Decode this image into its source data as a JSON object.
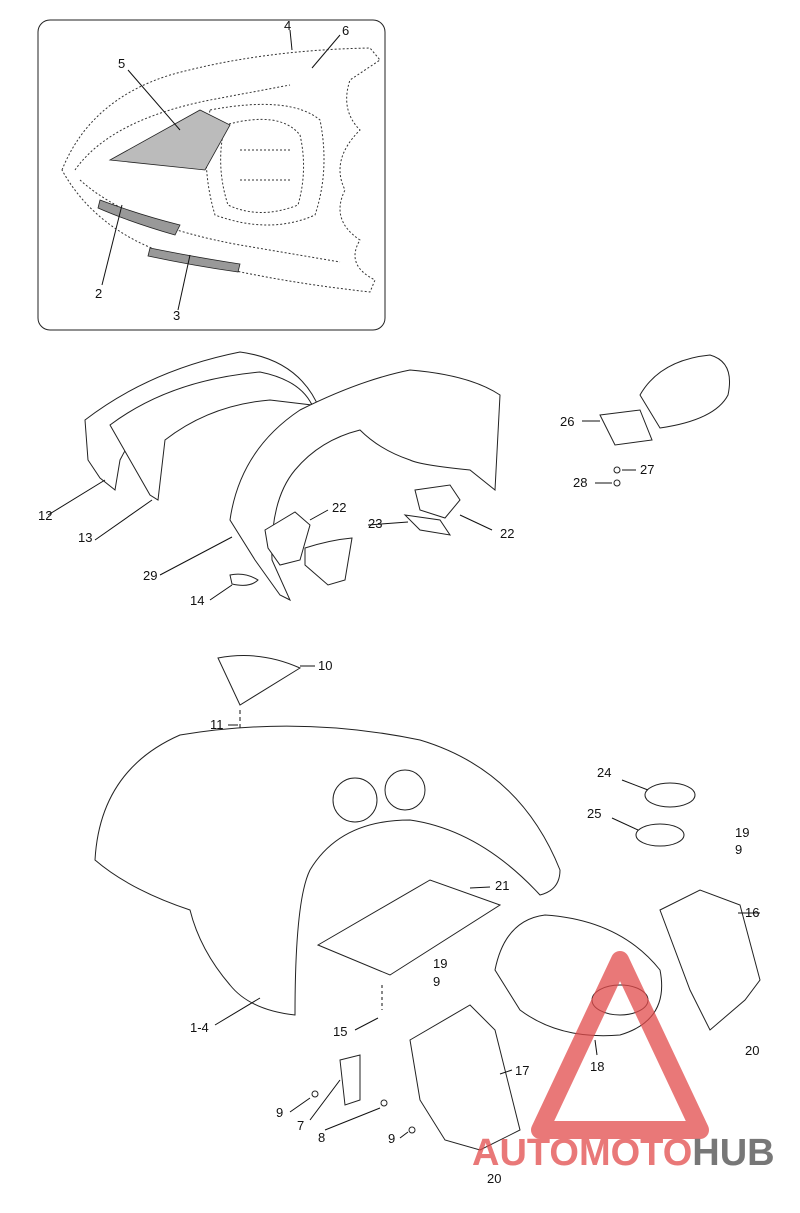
{
  "callouts": {
    "c1_4": "1-4",
    "c2": "2",
    "c3": "3",
    "c4": "4",
    "c5": "5",
    "c6": "6",
    "c7": "7",
    "c8": "8",
    "c9a": "9",
    "c9b": "9",
    "c9c": "9",
    "c9d": "9",
    "c10": "10",
    "c11": "11",
    "c12": "12",
    "c13": "13",
    "c14": "14",
    "c15": "15",
    "c16": "16",
    "c17": "17",
    "c18": "18",
    "c19a": "19",
    "c19b": "19",
    "c20a": "20",
    "c20b": "20",
    "c21": "21",
    "c22a": "22",
    "c22b": "22",
    "c23": "23",
    "c24": "24",
    "c25": "25",
    "c26": "26",
    "c27": "27",
    "c28": "28",
    "c29": "29"
  },
  "watermark": {
    "part1": "AUTOMOTO",
    "part2": "HUB",
    "color_red": "#e24b4b",
    "color_dark": "#4a4a4a"
  }
}
